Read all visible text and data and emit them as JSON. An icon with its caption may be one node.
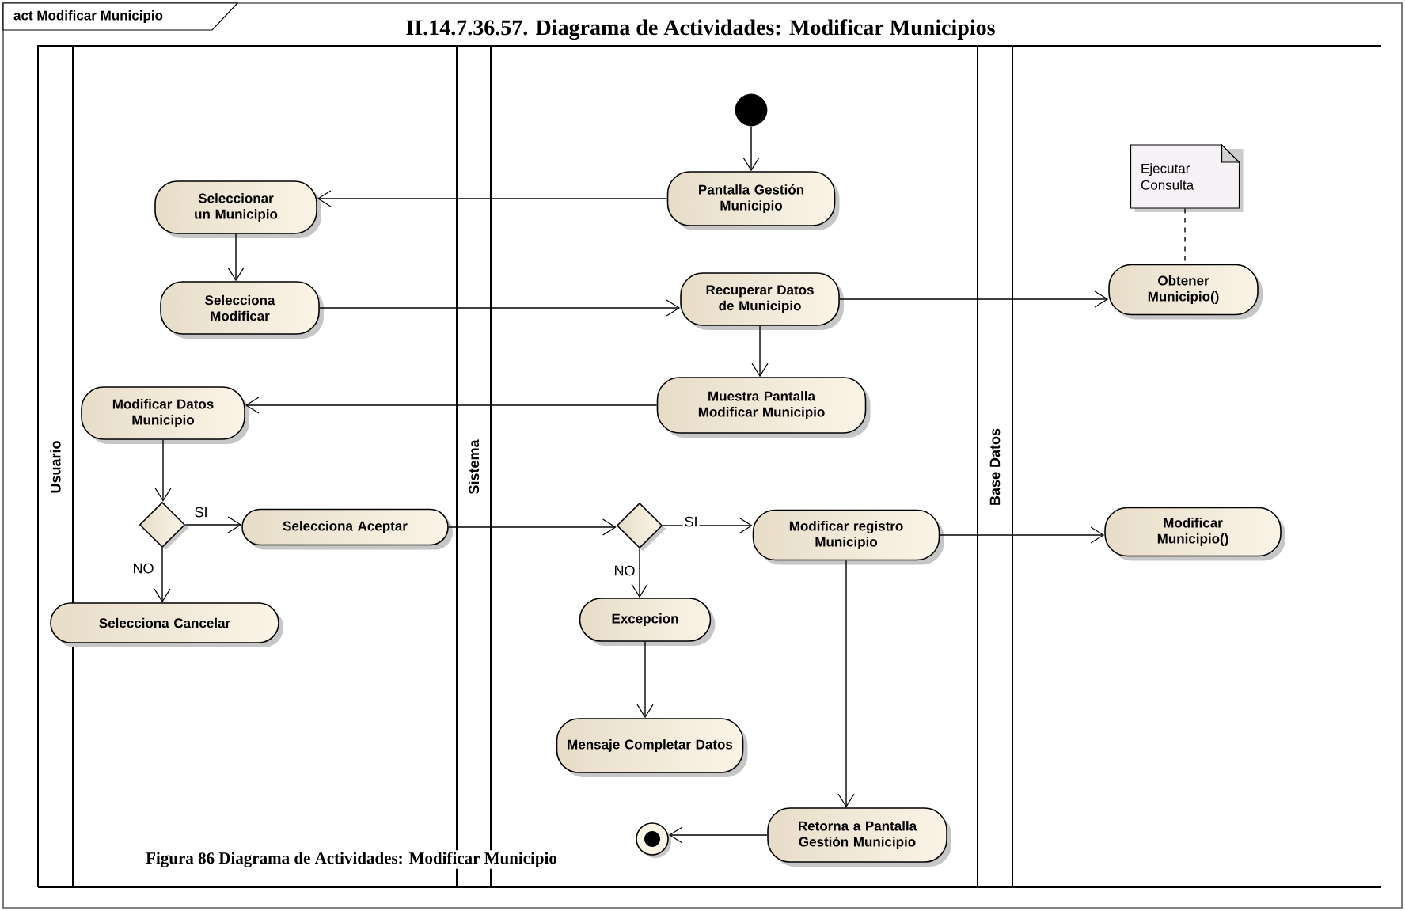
{
  "diagram": {
    "title": "II.14.7.36.57. Diagrama de Actividades: Modificar Municipios",
    "caption": "Figura 86 Diagrama de Actividades: Modificar Municipio",
    "nodes": [
      {
        "text": [
          "act Modificar Municipio"
        ]
      },
      {
        "text": [
          "Usuario"
        ],
        "in": 0
      },
      {
        "text": [
          "Sistema"
        ],
        "in": 0
      },
      {
        "text": [
          "Base Datos"
        ],
        "in": 0
      },
      {
        "text": [],
        "shape": "circle",
        "in": 2
      },
      {
        "text": [
          "Seleccionar un Municipio"
        ],
        "in": 1
      },
      {
        "text": [
          "Pantalla Gestión Municipio"
        ],
        "in": 2
      },
      {
        "text": [
          "Selecciona Modificar"
        ],
        "in": 1
      },
      {
        "text": [
          "Recuperar Datos de Municipio"
        ],
        "in": 2
      },
      {
        "text": [
          "Ejecutar Consulta"
        ],
        "in": 3
      },
      {
        "text": [
          "Obtener Municipio()"
        ],
        "in": 3
      },
      {
        "text": [
          "Modificar Datos Municipio"
        ],
        "in": 1
      },
      {
        "text": [
          "Muestra Pantalla Modificar Municipio"
        ],
        "in": 2
      },
      {
        "text": [],
        "shape": "diamond",
        "in": 1
      },
      {
        "text": [
          "Selecciona Aceptar"
        ],
        "in": 1
      },
      {
        "text": [],
        "shape": "diamond",
        "in": 2
      },
      {
        "text": [
          "Modificar registro Municipio"
        ],
        "in": 2
      },
      {
        "text": [
          "Modificar Municipio()"
        ],
        "in": 3
      },
      {
        "text": [
          "Selecciona Cancelar"
        ],
        "in": 1
      },
      {
        "text": [
          "Excepcion"
        ],
        "in": 2
      },
      {
        "text": [
          "Mensaje Completar Datos"
        ],
        "in": 2
      },
      {
        "text": [
          "Retorna a Pantalla Gestión Municipio"
        ],
        "in": 2
      },
      {
        "text": [],
        "shape": "circle",
        "in": 2
      }
    ],
    "edges": [
      {
        "from": 4,
        "to": 6,
        "arrow": "to"
      },
      {
        "from": 6,
        "to": 5,
        "arrow": "to"
      },
      {
        "from": 5,
        "to": 7,
        "arrow": "to"
      },
      {
        "from": 7,
        "to": 8,
        "arrow": "to"
      },
      {
        "from": 8,
        "to": 10,
        "arrow": "to"
      },
      {
        "from": 8,
        "to": 12,
        "arrow": "to"
      },
      {
        "from": 12,
        "to": 11,
        "arrow": "to"
      },
      {
        "from": 11,
        "to": 13,
        "arrow": "to"
      },
      {
        "from": 13,
        "to": 14,
        "arrow": "to",
        "label": "SI"
      },
      {
        "from": 13,
        "to": 18,
        "arrow": "to",
        "label": "NO"
      },
      {
        "from": 14,
        "to": 15,
        "arrow": "to"
      },
      {
        "from": 15,
        "to": 16,
        "arrow": "to",
        "label": "SI"
      },
      {
        "from": 15,
        "to": 19,
        "arrow": "to",
        "label": "NO"
      },
      {
        "from": 19,
        "to": 20,
        "arrow": "to"
      },
      {
        "from": 16,
        "to": 21,
        "arrow": "to"
      },
      {
        "from": 21,
        "to": 22,
        "arrow": "to"
      },
      {
        "from": 16,
        "to": 17,
        "arrow": "to"
      },
      {
        "from": 9,
        "to": 10,
        "arrow": "none",
        "style": "dashed"
      }
    ]
  }
}
